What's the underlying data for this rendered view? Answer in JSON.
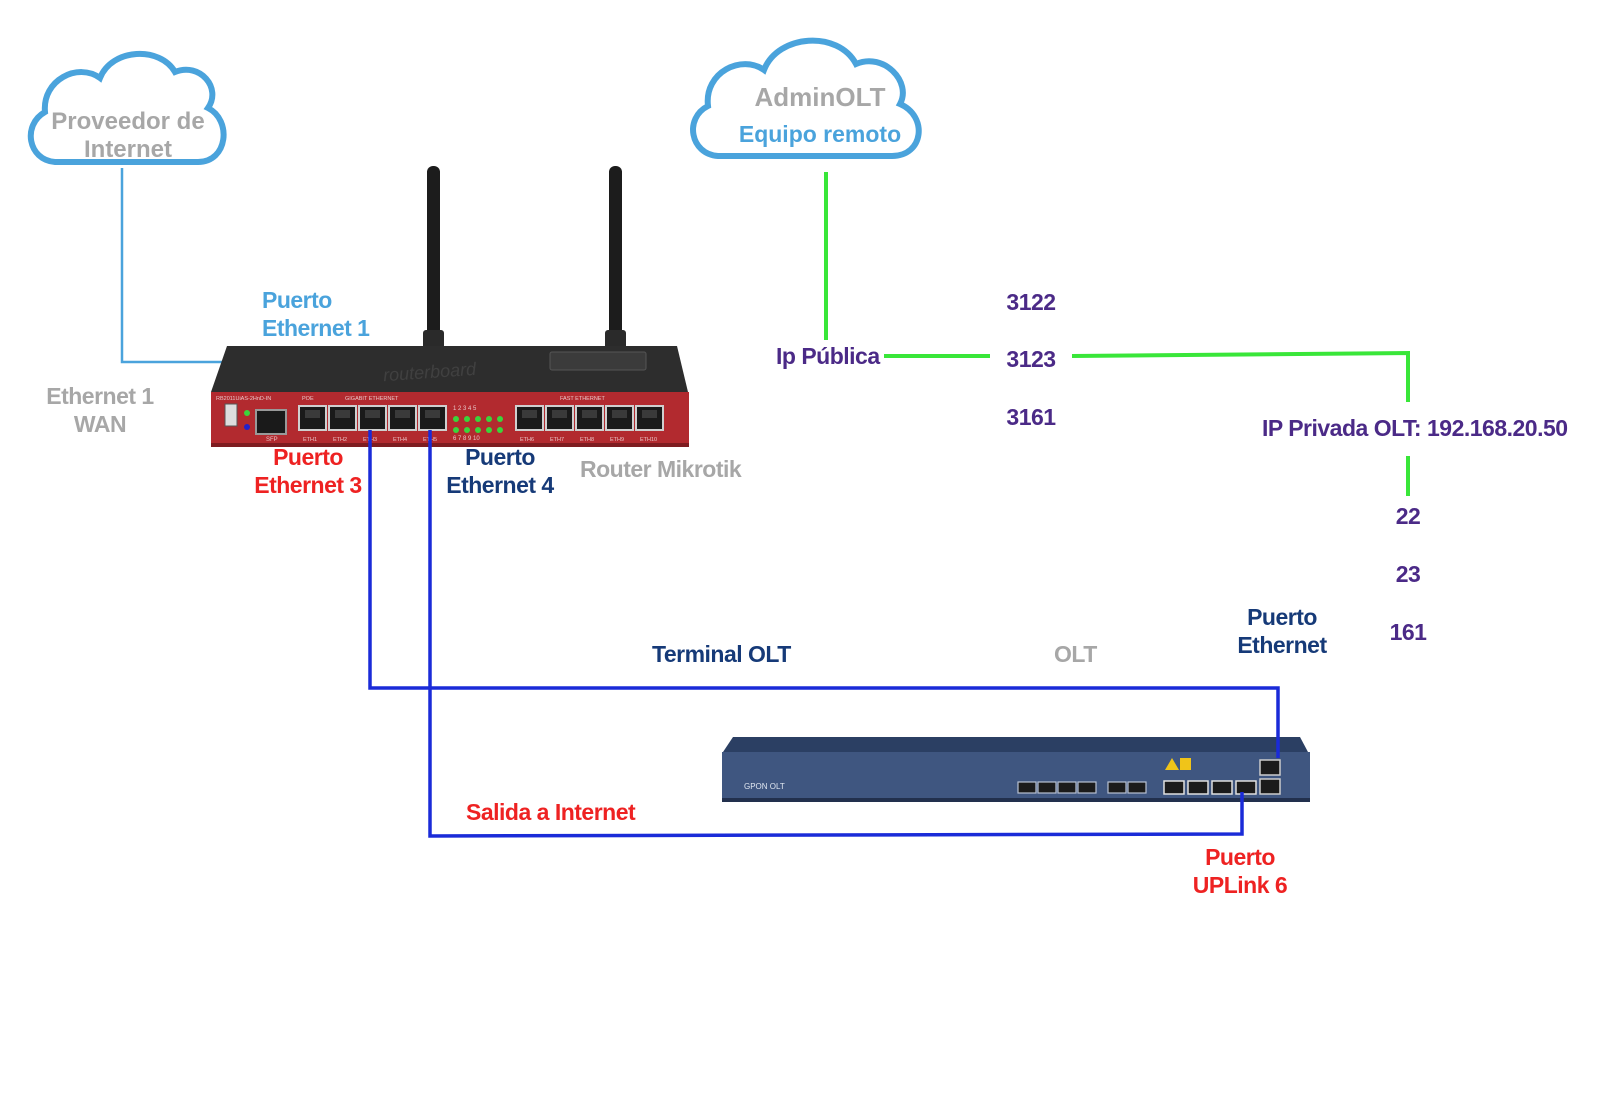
{
  "colors": {
    "provider_line": "#4aa3dc",
    "remote_line": "#39e639",
    "cable": "#1a2bd8",
    "router_body": "#b22a2f",
    "olt_body": "#3f5680",
    "label_lightblue": "#4aa3dc",
    "label_gray": "#a7a7a7",
    "label_red": "#ee2222",
    "label_navy": "#163a78",
    "label_purple": "#4b2a87"
  },
  "clouds": {
    "provider": {
      "text": "Proveedor de Internet"
    },
    "admin": {
      "title": "AdminOLT",
      "subtitle": "Equipo remoto"
    }
  },
  "labels": {
    "puerto_eth1": "Puerto Ethernet 1",
    "eth1_wan": "Ethernet 1 WAN",
    "puerto_eth3": "Puerto Ethernet 3",
    "puerto_eth4": "Puerto Ethernet 4",
    "router_name": "Router Mikrotik",
    "ip_publica": "Ip Pública",
    "ip_privada": "IP Privada OLT: 192.168.20.50",
    "terminal_olt": "Terminal OLT",
    "olt": "OLT",
    "puerto_ethernet": "Puerto Ethernet",
    "salida_internet": "Salida a Internet",
    "puerto_uplink": "Puerto UPLink 6"
  },
  "public_ports": [
    "3122",
    "3123",
    "3161"
  ],
  "private_ports": [
    "22",
    "23",
    "161"
  ],
  "device_text": {
    "router_brand": "routerboard",
    "router_model": "RB2011UiAS-2HnD-IN",
    "router_poe": "POE",
    "router_gigabit": "GIGABIT ETHERNET",
    "router_fast": "FAST ETHERNET",
    "router_sfp": "SFP",
    "router_ports": [
      "ETH1",
      "ETH2",
      "ETH3",
      "ETH4",
      "ETH5",
      "ETH6",
      "ETH7",
      "ETH8",
      "ETH9",
      "ETH10"
    ],
    "router_leds_top": "1 2 3 4 5",
    "router_leds_bottom": "6 7 8 9 10",
    "olt_name": "GPON OLT"
  },
  "icons": [
    "cloud-icon",
    "router-icon",
    "antenna-icon",
    "olt-icon",
    "ethernet-port-icon",
    "sfp-port-icon",
    "usb-icon"
  ]
}
